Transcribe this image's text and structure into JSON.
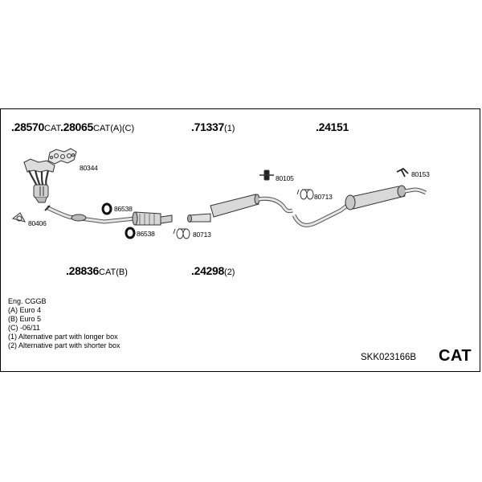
{
  "diagram": {
    "part_numbers": {
      "p1": {
        "num": ".28570",
        "suffix": "CAT."
      },
      "p2": {
        "num": ".28065",
        "suffix": "CAT(A)(C)"
      },
      "p3": {
        "num": ".71337",
        "suffix": "(1)"
      },
      "p4": {
        "num": ".24151",
        "suffix": ""
      },
      "p5": {
        "num": ".28836",
        "suffix": "CAT(B)"
      },
      "p6": {
        "num": ".24298",
        "suffix": "(2)"
      }
    },
    "callouts": {
      "c80344": "80344",
      "c86538a": "86538",
      "c86538b": "86538",
      "c80406": "80406",
      "c80105": "80105",
      "c80713a": "80713",
      "c80713b": "80713",
      "c80153": "80153"
    },
    "notes": [
      "Eng. CGGB",
      "(A) Euro 4",
      "(B) Euro 5",
      "(C) -06/11",
      "(1) Alternative part with longer box",
      "(2) Alternative part with shorter box"
    ],
    "kit_code": "SKK023166B",
    "category": "CAT"
  }
}
